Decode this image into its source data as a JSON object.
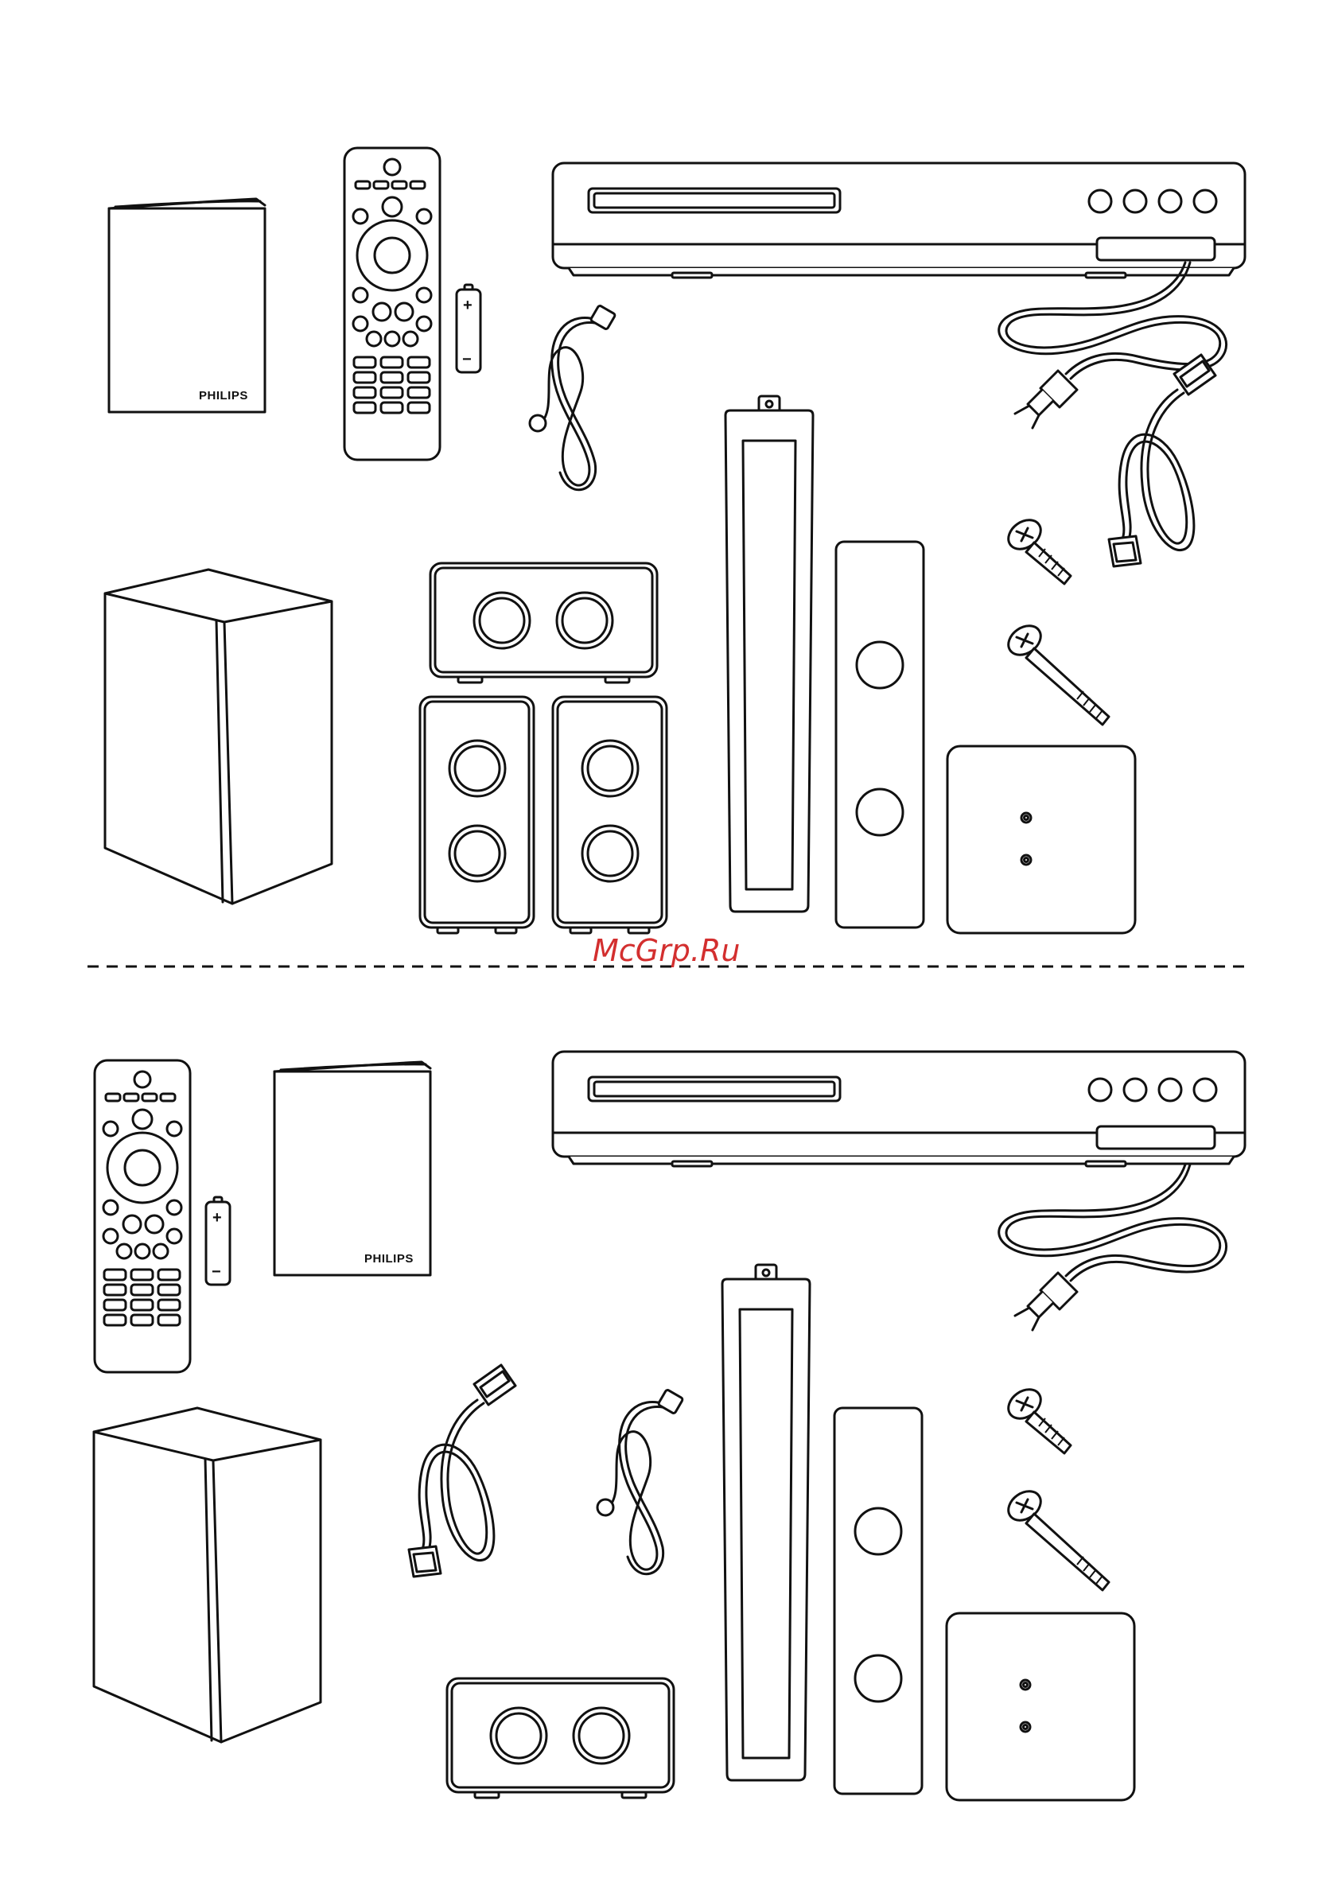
{
  "page": {
    "background": "#ffffff",
    "line_color": "#111111"
  },
  "section_top": {
    "manual_brand": "PHILIPS",
    "battery_plus": "+",
    "battery_minus": "−"
  },
  "section_bottom": {
    "manual_brand": "PHILIPS",
    "battery_plus": "+",
    "battery_minus": "−"
  },
  "watermark": {
    "text": "McGrp.Ru",
    "color": "#d32f2f"
  },
  "icons": [
    "user-manual-icon",
    "remote-control-icon",
    "battery-icon",
    "dvd-player-icon",
    "power-cord-icon",
    "hdmi-cable-icon",
    "network-cable-icon",
    "subwoofer-icon",
    "center-speaker-icon",
    "satellite-speaker-icon",
    "tall-speaker-icon",
    "speaker-stand-icon",
    "stand-base-icon",
    "screw-icon"
  ]
}
